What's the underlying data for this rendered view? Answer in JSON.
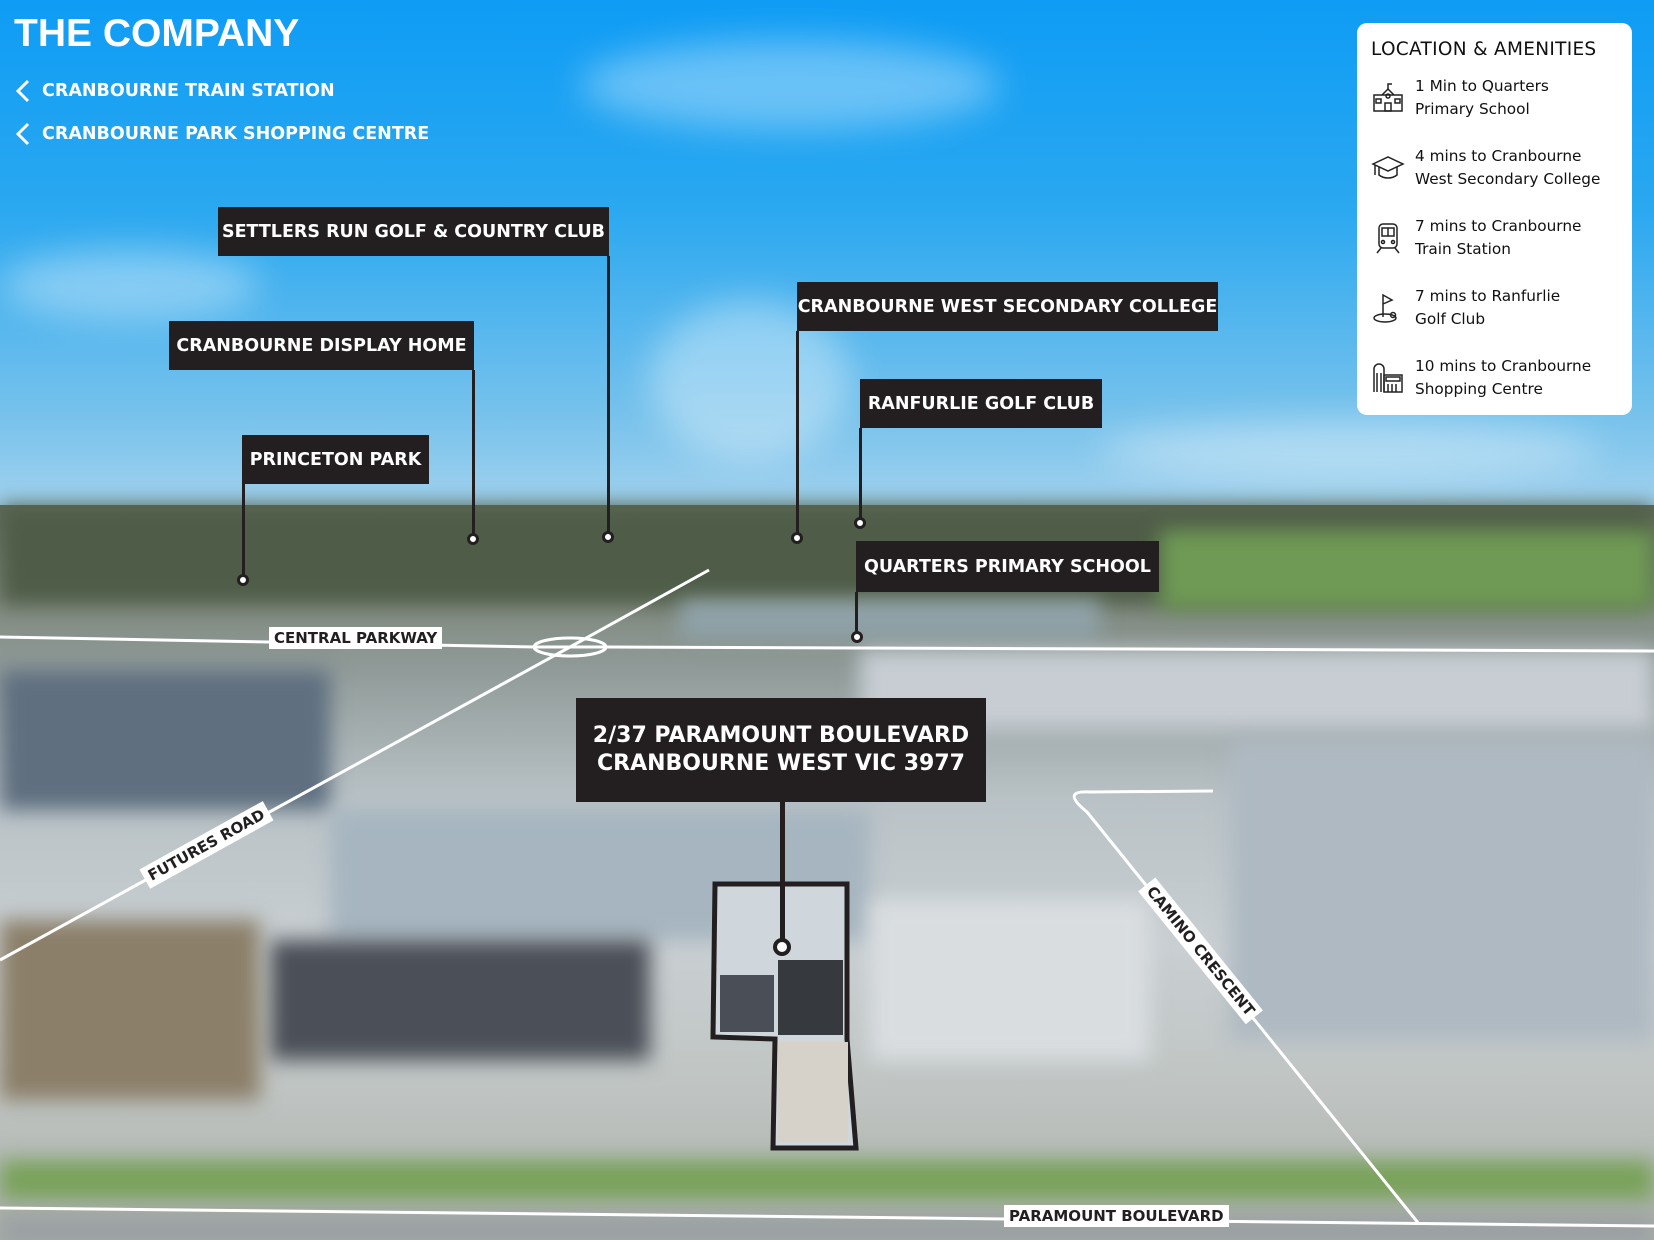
{
  "brand": {
    "logo": "THE COMPANY"
  },
  "nav_links": [
    {
      "label": "CRANBOURNE TRAIN STATION",
      "icon": "chevron-left-icon"
    },
    {
      "label": "CRANBOURNE PARK SHOPPING CENTRE",
      "icon": "chevron-left-icon"
    }
  ],
  "landmarks": {
    "settlers": "SETTLERS RUN GOLF & COUNTRY CLUB",
    "display_home": "CRANBOURNE DISPLAY HOME",
    "princeton": "PRINCETON PARK",
    "cwsc": "CRANBOURNE WEST SECONDARY COLLEGE",
    "ranfurlie": "RANFURLIE GOLF CLUB",
    "quarters": "QUARTERS PRIMARY SCHOOL"
  },
  "property": {
    "line1": "2/37 PARAMOUNT BOULEVARD",
    "line2": "CRANBOURNE WEST VIC 3977"
  },
  "roads": {
    "central": "CENTRAL PARKWAY",
    "futures": "FUTURES ROAD",
    "camino": "CAMINO CRESCENT",
    "paramount": "PARAMOUNT BOULEVARD"
  },
  "amenities": {
    "title": "LOCATION & AMENITIES",
    "items": [
      {
        "icon": "school-building-icon",
        "line1": "1 Min to Quarters",
        "line2": "Primary School"
      },
      {
        "icon": "graduation-cap-icon",
        "line1": "4 mins to Cranbourne",
        "line2": "West Secondary College"
      },
      {
        "icon": "train-icon",
        "line1": "7 mins to Cranbourne",
        "line2": "Train Station"
      },
      {
        "icon": "golf-flag-icon",
        "line1": "7 mins to Ranfurlie",
        "line2": "Golf Club"
      },
      {
        "icon": "shopping-mall-icon",
        "line1": "10 mins to Cranbourne",
        "line2": "Shopping Centre"
      }
    ]
  },
  "colors": {
    "label_bg": "#231f20",
    "sky": "#1aa3f2",
    "panel": "#ffffff"
  }
}
